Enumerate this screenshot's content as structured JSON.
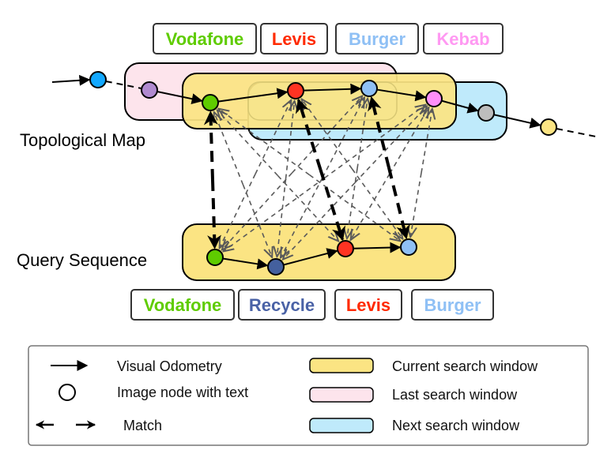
{
  "diagram": {
    "labels": {
      "topological_map": "Topological Map",
      "query_sequence": "Query Sequence"
    },
    "colors": {
      "current_window": "#fbe483",
      "last_window": "#fde4ec",
      "next_window": "#bfeafb",
      "match_line": "#5a5a5a",
      "strong_match": "#000000"
    },
    "top_tags": [
      {
        "text": "Vodafone",
        "color": "#5fcc00"
      },
      {
        "text": "Levis",
        "color": "#ff2a00"
      },
      {
        "text": "Burger",
        "color": "#8fc0f5"
      },
      {
        "text": "Kebab",
        "color": "#ff99f2"
      }
    ],
    "bottom_tags": [
      {
        "text": "Vodafone",
        "color": "#5fcc00"
      },
      {
        "text": "Recycle",
        "color": "#4a62a6"
      },
      {
        "text": "Levis",
        "color": "#ff2a00"
      },
      {
        "text": "Burger",
        "color": "#8fc0f5"
      }
    ],
    "map_nodes": [
      {
        "id": "m0",
        "fill": "#12a8ff"
      },
      {
        "id": "m1",
        "fill": "#b08ad0"
      },
      {
        "id": "m2",
        "fill": "#5fcc00"
      },
      {
        "id": "m3",
        "fill": "#ff3322"
      },
      {
        "id": "m4",
        "fill": "#8fc0f5"
      },
      {
        "id": "m5",
        "fill": "#ff8ff8"
      },
      {
        "id": "m6",
        "fill": "#bdbdbd"
      },
      {
        "id": "m7",
        "fill": "#fbe483"
      }
    ],
    "query_nodes": [
      {
        "id": "q0",
        "fill": "#5fcc00"
      },
      {
        "id": "q1",
        "fill": "#44609e"
      },
      {
        "id": "q2",
        "fill": "#ff3322"
      },
      {
        "id": "q3",
        "fill": "#8fc0f5"
      }
    ],
    "strong_matches": [
      [
        "m2",
        "q0"
      ],
      [
        "m3",
        "q2"
      ],
      [
        "m4",
        "q3"
      ]
    ],
    "legend": {
      "items_left": [
        {
          "icon": "arrow-icon",
          "text": "Visual Odometry"
        },
        {
          "icon": "circle-icon",
          "text": "Image node with text"
        },
        {
          "icon": "double-arrow-icon",
          "text": "Match"
        }
      ],
      "items_right": [
        {
          "swatch": "#fbe483",
          "text": "Current search window"
        },
        {
          "swatch": "#fde4ec",
          "text": "Last search window"
        },
        {
          "swatch": "#bfeafb",
          "text": "Next search window"
        }
      ]
    }
  }
}
